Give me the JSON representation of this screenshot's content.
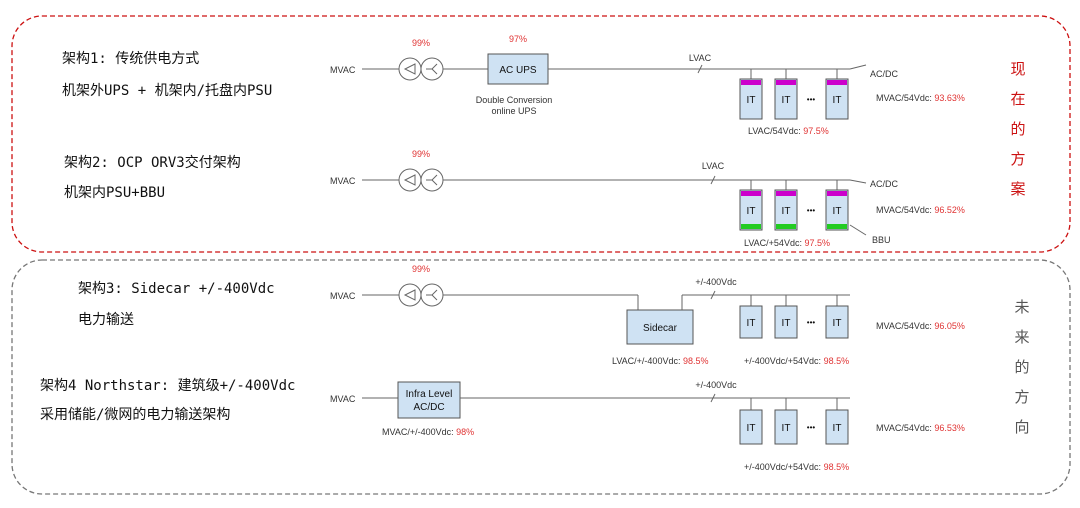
{
  "sections": [
    {
      "label": "现在的方案",
      "chars": [
        "现",
        "在",
        "的",
        "方",
        "案"
      ],
      "color": "#cc1111",
      "border": "#cc1111"
    },
    {
      "label": "未来的方向",
      "chars": [
        "未",
        "来",
        "的",
        "方",
        "向"
      ],
      "color": "#555555",
      "border": "#777777"
    }
  ],
  "architectures": [
    {
      "title": "架构1: 传统供电方式",
      "subtitle": "机架外UPS + 机架内/托盘内PSU"
    },
    {
      "title": "架构2: OCP ORV3交付架构",
      "subtitle": "机架内PSU+BBU"
    },
    {
      "title": "架构3: Sidecar +/-400Vdc",
      "subtitle": "电力输送"
    },
    {
      "title": "架构4 Northstar: 建筑级+/-400Vdc",
      "subtitle": "采用储能/微网的电力输送架构"
    }
  ],
  "rows": [
    {
      "input": "MVAC",
      "transformer_eff": "99%",
      "converter": {
        "label": "AC UPS",
        "eff": "97%",
        "caption1": "Double Conversion",
        "caption2": "online UPS"
      },
      "bus": "LVAC",
      "racks": [
        "IT",
        "IT",
        "•••",
        "IT"
      ],
      "acdc": "AC/DC",
      "rack_eff_label": "LVAC/54Vdc:",
      "rack_eff": "97.5%",
      "total_label": "MVAC/54Vdc:",
      "total": "93.63%"
    },
    {
      "input": "MVAC",
      "transformer_eff": "99%",
      "bus": "LVAC",
      "racks": [
        "IT",
        "IT",
        "•••",
        "IT"
      ],
      "acdc": "AC/DC",
      "bbu": "BBU",
      "rack_eff_label": "LVAC/+54Vdc:",
      "rack_eff": "97.5%",
      "total_label": "MVAC/54Vdc:",
      "total": "96.52%"
    },
    {
      "input": "MVAC",
      "transformer_eff": "99%",
      "converter": {
        "label": "Sidecar",
        "eff_label": "LVAC/+/-400Vdc:",
        "eff": "98.5%"
      },
      "bus": "+/-400Vdc",
      "racks": [
        "IT",
        "IT",
        "•••",
        "IT"
      ],
      "rack_eff_label": "+/-400Vdc/+54Vdc:",
      "rack_eff": "98.5%",
      "total_label": "MVAC/54Vdc:",
      "total": "96.05%"
    },
    {
      "input": "MVAC",
      "converter": {
        "label1": "Infra Level",
        "label2": "AC/DC",
        "eff_label": "MVAC/+/-400Vdc:",
        "eff": "98%"
      },
      "bus": "+/-400Vdc",
      "racks": [
        "IT",
        "IT",
        "•••",
        "IT"
      ],
      "rack_eff_label": "+/-400Vdc/+54Vdc:",
      "rack_eff": "98.5%",
      "total_label": "MVAC/54Vdc:",
      "total": "96.53%"
    }
  ],
  "colors": {
    "box_fill": "#cfe2f3",
    "box_stroke": "#555555",
    "psu": "#cc00cc",
    "bbu": "#22cc22",
    "efficiency": "#e03333",
    "line": "#666666"
  }
}
